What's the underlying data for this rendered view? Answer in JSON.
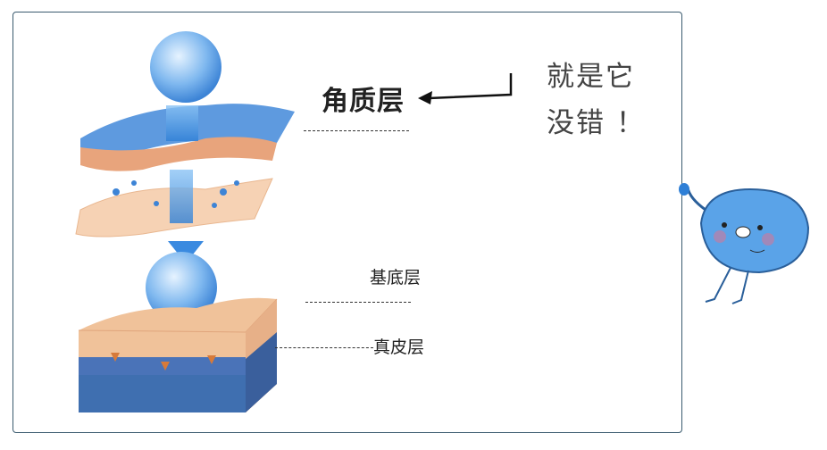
{
  "labels": {
    "stratum_corneum": "角质层",
    "basal_layer": "基底层",
    "dermis": "真皮层"
  },
  "callout": {
    "line1": "就是它",
    "line2": "没错 ！"
  },
  "colors": {
    "frame": "#3a5a6e",
    "water": "#5aa0e6",
    "skin": "#f2c39a",
    "dermis_blue": "#3f6fb0"
  }
}
